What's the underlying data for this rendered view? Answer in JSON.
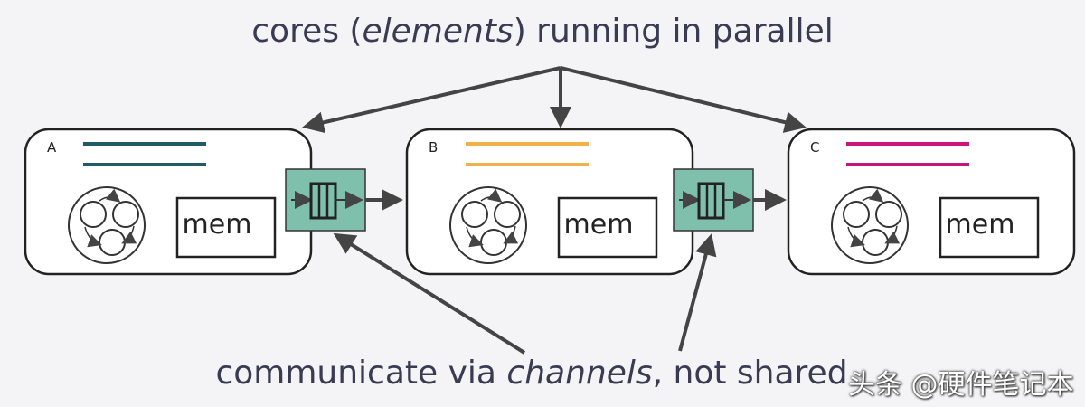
{
  "top_caption": {
    "prefix": "cores (",
    "emphasis": "elements",
    "suffix": ") running in parallel"
  },
  "bottom_caption": {
    "prefix": "communicate via ",
    "emphasis": "channels",
    "suffix": ", not shared"
  },
  "elements": [
    {
      "id": "A",
      "label": "A",
      "mem_label": "mem",
      "color": "#1f5a66"
    },
    {
      "id": "B",
      "label": "B",
      "mem_label": "mem",
      "color": "#f0b04a"
    },
    {
      "id": "C",
      "label": "C",
      "mem_label": "mem",
      "color": "#c8157d"
    }
  ],
  "channel_color": "#7fc0ad",
  "watermark": "头条 @硬件笔记本"
}
